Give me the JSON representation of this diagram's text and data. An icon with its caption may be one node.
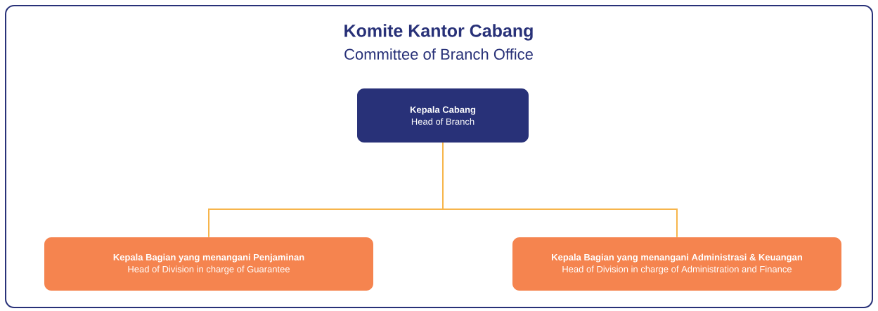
{
  "diagram": {
    "title": "Komite Kantor Cabang",
    "nodes": [
      {
        "text": [
          "Kepala Cabang",
          "Head of Branch"
        ]
      },
      {
        "text": [
          "Kepala Bagian yang menangani Penjaminan",
          "Head of Division in charge of Guarantee"
        ]
      },
      {
        "text": [
          "Kepala Bagian yang menangani Administrasi & Keuangan",
          "Head of Division in charge of Administration and Finance"
        ]
      }
    ],
    "edges": [
      {
        "from": 0,
        "to": 1,
        "arrow": "none"
      },
      {
        "from": 0,
        "to": 2,
        "arrow": "none"
      }
    ],
    "labels": [
      "Committee of Branch Office"
    ]
  }
}
